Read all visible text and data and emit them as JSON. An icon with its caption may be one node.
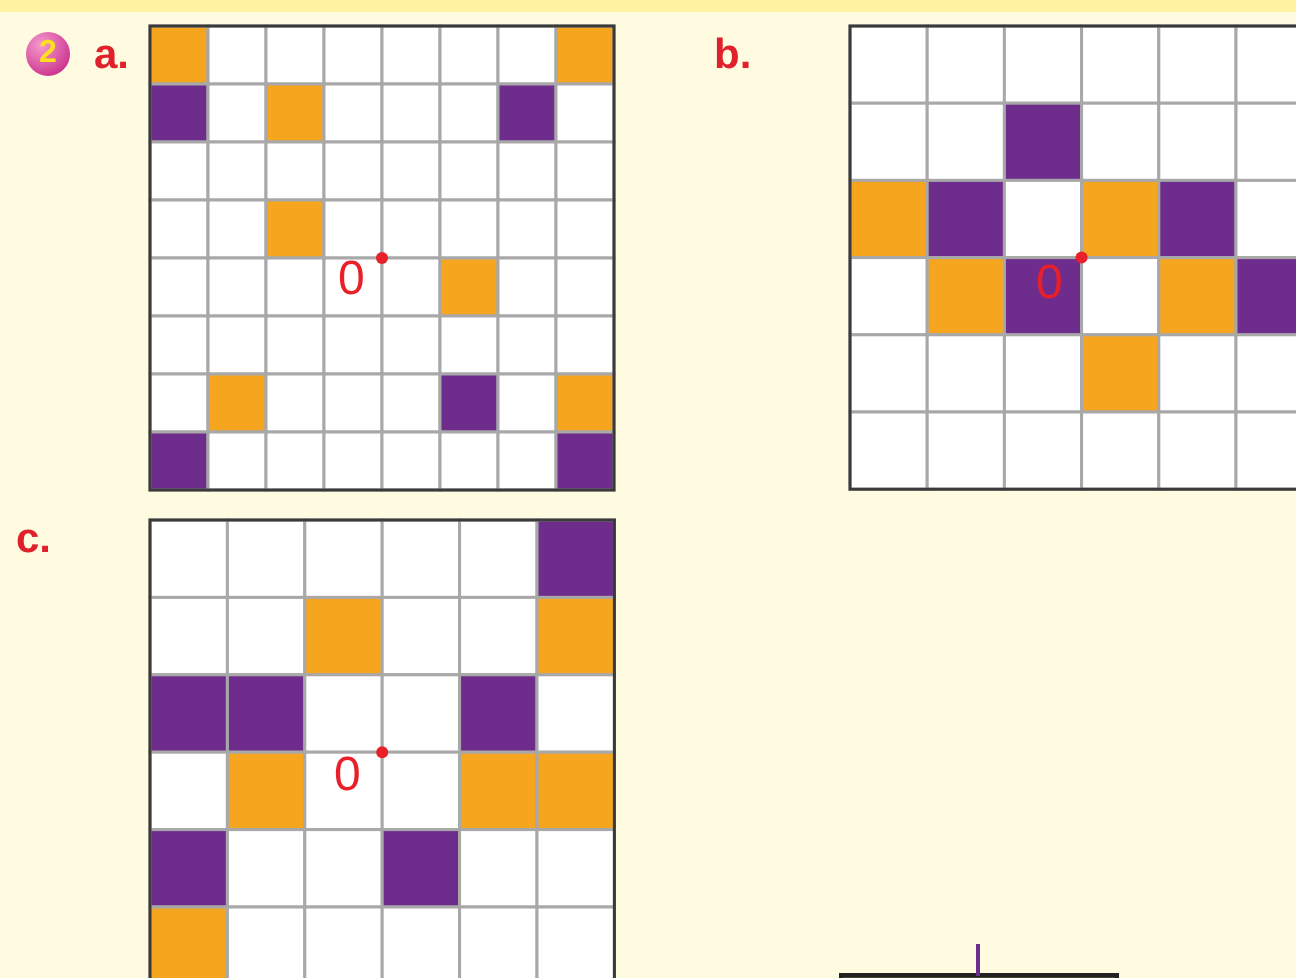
{
  "diagram": {
    "labels": [
      "2",
      "a.",
      "0",
      "b.",
      "0",
      "c.",
      "0"
    ]
  }
}
